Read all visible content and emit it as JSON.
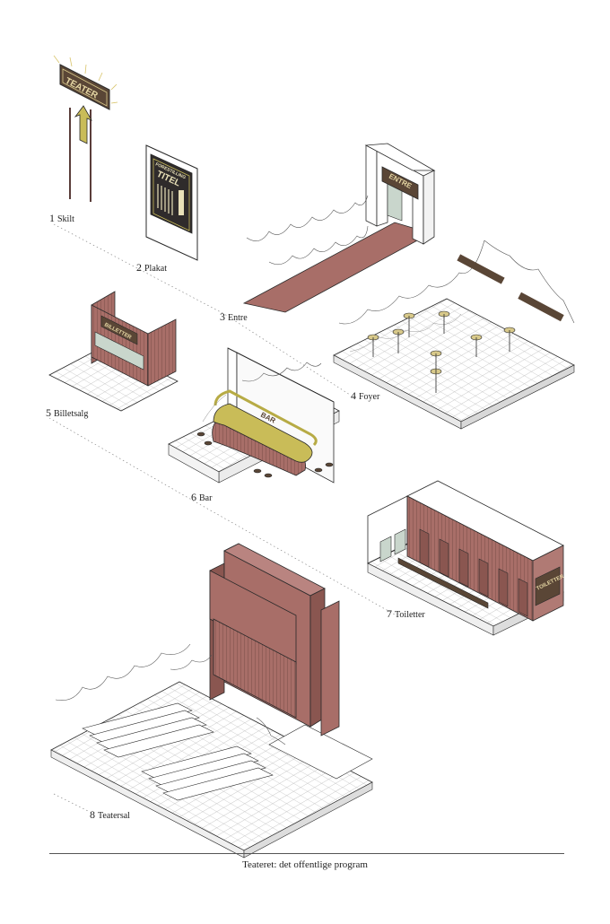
{
  "caption": "Teateret: det offentlige program",
  "sections": [
    {
      "number": "1",
      "label": "Skilt"
    },
    {
      "number": "2",
      "label": "Plakat"
    },
    {
      "number": "3",
      "label": "Entre"
    },
    {
      "number": "4",
      "label": "Foyer"
    },
    {
      "number": "5",
      "label": "Billetsalg"
    },
    {
      "number": "6",
      "label": "Bar"
    },
    {
      "number": "7",
      "label": "Toiletter"
    },
    {
      "number": "8",
      "label": "Teatersal"
    }
  ],
  "signs": {
    "teater_sign": "TEATER",
    "poster_header": "FORESTILLING",
    "poster_title": "TITEL",
    "entre_sign": "ENTRE",
    "billetter_sign": "BILLETTER",
    "bar_sign": "BAR",
    "toiletter_sign": "TOILETTER"
  },
  "colors": {
    "wall_brown": "#a86e68",
    "wall_brown_dark": "#8a5650",
    "accent_olive": "#b7ab45",
    "line": "#2a2a2a"
  }
}
